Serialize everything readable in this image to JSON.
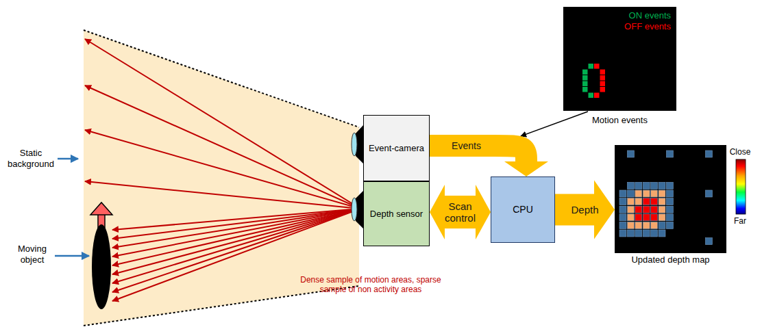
{
  "diagram": {
    "nodes": [
      {
        "text": [
          "Event-camera"
        ]
      },
      {
        "text": [
          "Depth sensor"
        ]
      },
      {
        "text": [
          "CPU"
        ]
      },
      {
        "text": [
          "ON events",
          "OFF events",
          "Motion events"
        ]
      },
      {
        "text": [
          "Updated depth map"
        ]
      }
    ],
    "edges": [
      {
        "from": 0,
        "to": 2,
        "label": "Events",
        "arrow": "to"
      },
      {
        "from": 2,
        "to": 1,
        "label": "Scan control",
        "arrow": "both"
      },
      {
        "from": 2,
        "to": 4,
        "label": "Depth",
        "arrow": "to"
      }
    ],
    "labels": [
      "Static background",
      "Moving object",
      "Dense sample of motion areas, sparse sample of non activity areas",
      "Close",
      "Far"
    ]
  }
}
